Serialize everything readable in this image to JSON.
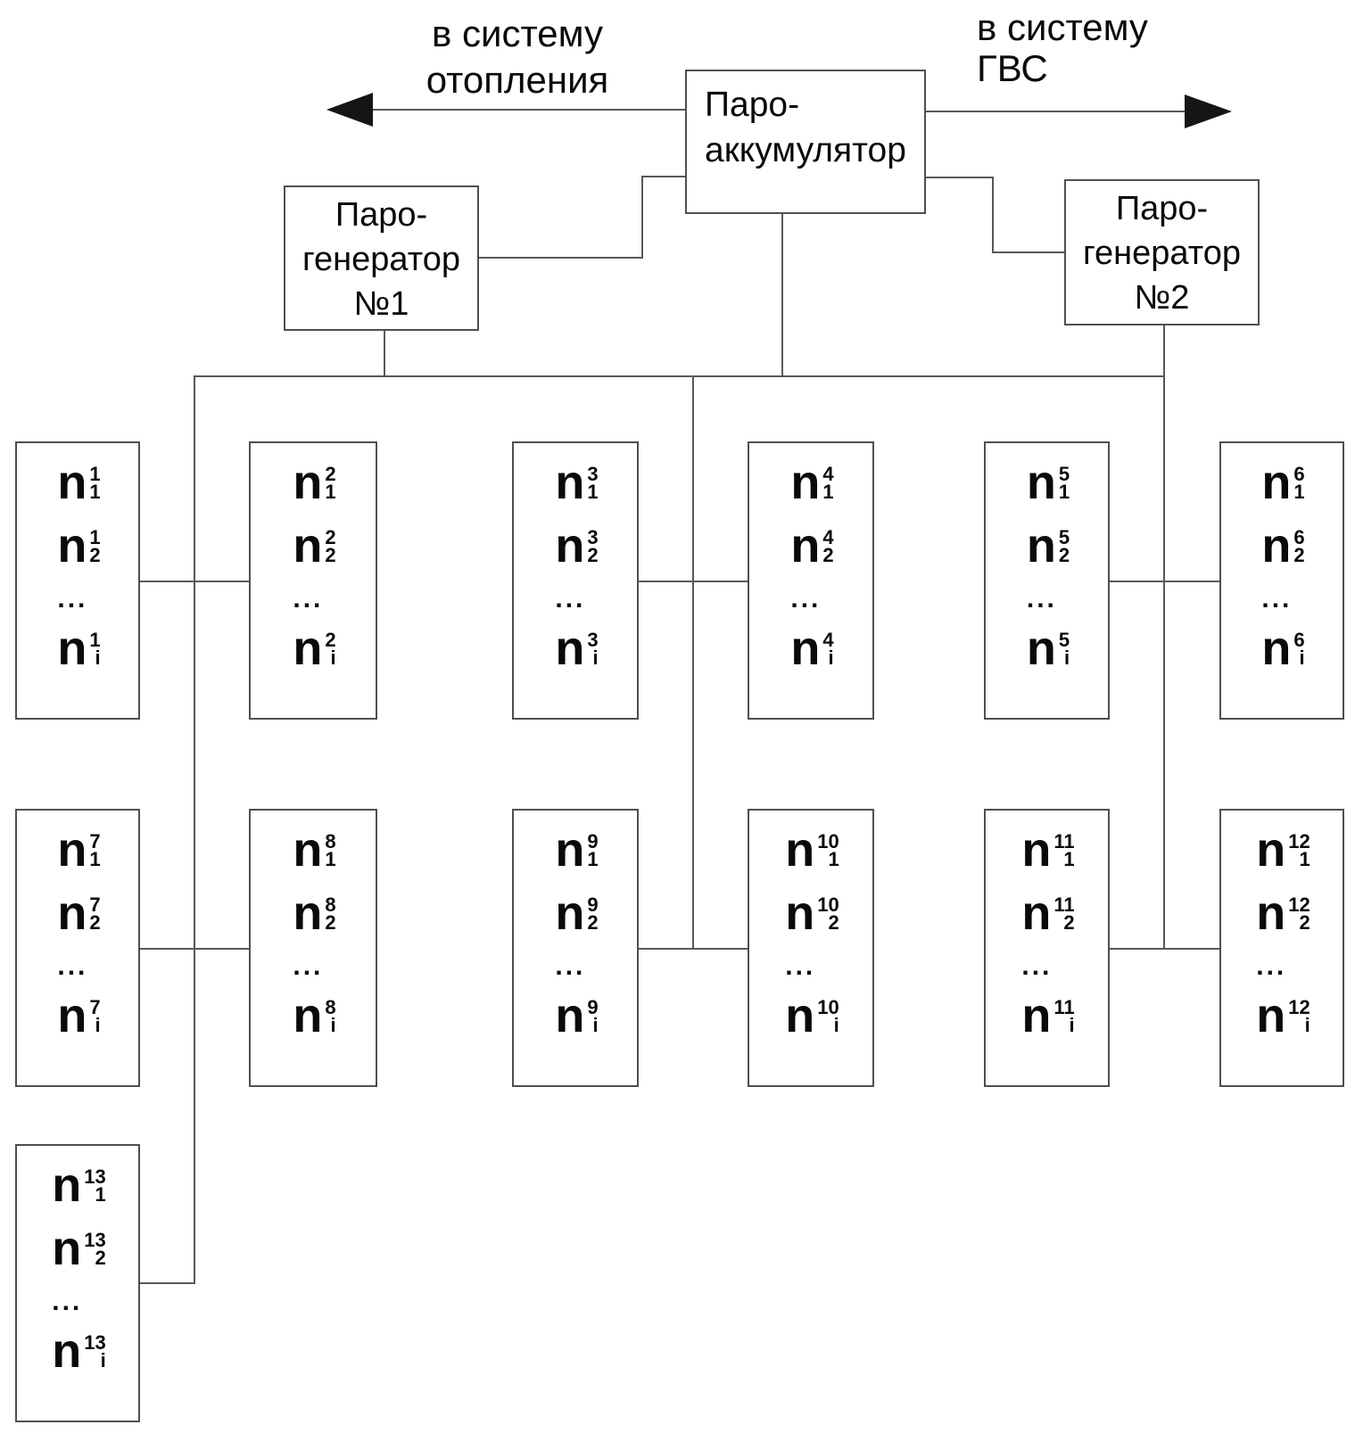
{
  "header": {
    "left_flow_label": {
      "line1": "в систему",
      "line2": "отопления"
    },
    "right_flow_label": {
      "line1": "в систему",
      "line2": "ГВС"
    }
  },
  "blocks": {
    "accumulator": {
      "line1": "Паро-",
      "line2": "аккумулятор"
    },
    "generator1": {
      "line1": "Паро-",
      "line2": "генератор",
      "line3": "№1"
    },
    "generator2": {
      "line1": "Паро-",
      "line2": "генератор",
      "line3": "№2"
    }
  },
  "unit_groups": [
    {
      "sup": "1",
      "subs": [
        "1",
        "2",
        "...",
        "i"
      ]
    },
    {
      "sup": "2",
      "subs": [
        "1",
        "2",
        "...",
        "i"
      ]
    },
    {
      "sup": "3",
      "subs": [
        "1",
        "2",
        "...",
        "i"
      ]
    },
    {
      "sup": "4",
      "subs": [
        "1",
        "2",
        "...",
        "i"
      ]
    },
    {
      "sup": "5",
      "subs": [
        "1",
        "2",
        "...",
        "i"
      ]
    },
    {
      "sup": "6",
      "subs": [
        "1",
        "2",
        "...",
        "i"
      ]
    },
    {
      "sup": "7",
      "subs": [
        "1",
        "2",
        "...",
        "i"
      ]
    },
    {
      "sup": "8",
      "subs": [
        "1",
        "2",
        "...",
        "i"
      ]
    },
    {
      "sup": "9",
      "subs": [
        "1",
        "2",
        "...",
        "i"
      ]
    },
    {
      "sup": "10",
      "subs": [
        "1",
        "2",
        "...",
        "i"
      ]
    },
    {
      "sup": "11",
      "subs": [
        "1",
        "2",
        "...",
        "i"
      ]
    },
    {
      "sup": "12",
      "subs": [
        "1",
        "2",
        "...",
        "i"
      ]
    },
    {
      "sup": "13",
      "subs": [
        "1",
        "2",
        "...",
        "i"
      ]
    }
  ],
  "symbol_base": "n",
  "colors": {
    "wire": "#58585a",
    "box_border": "#4f4f51",
    "text": "#0a0a0a",
    "arrow": "#151515",
    "background": "#ffffff"
  }
}
